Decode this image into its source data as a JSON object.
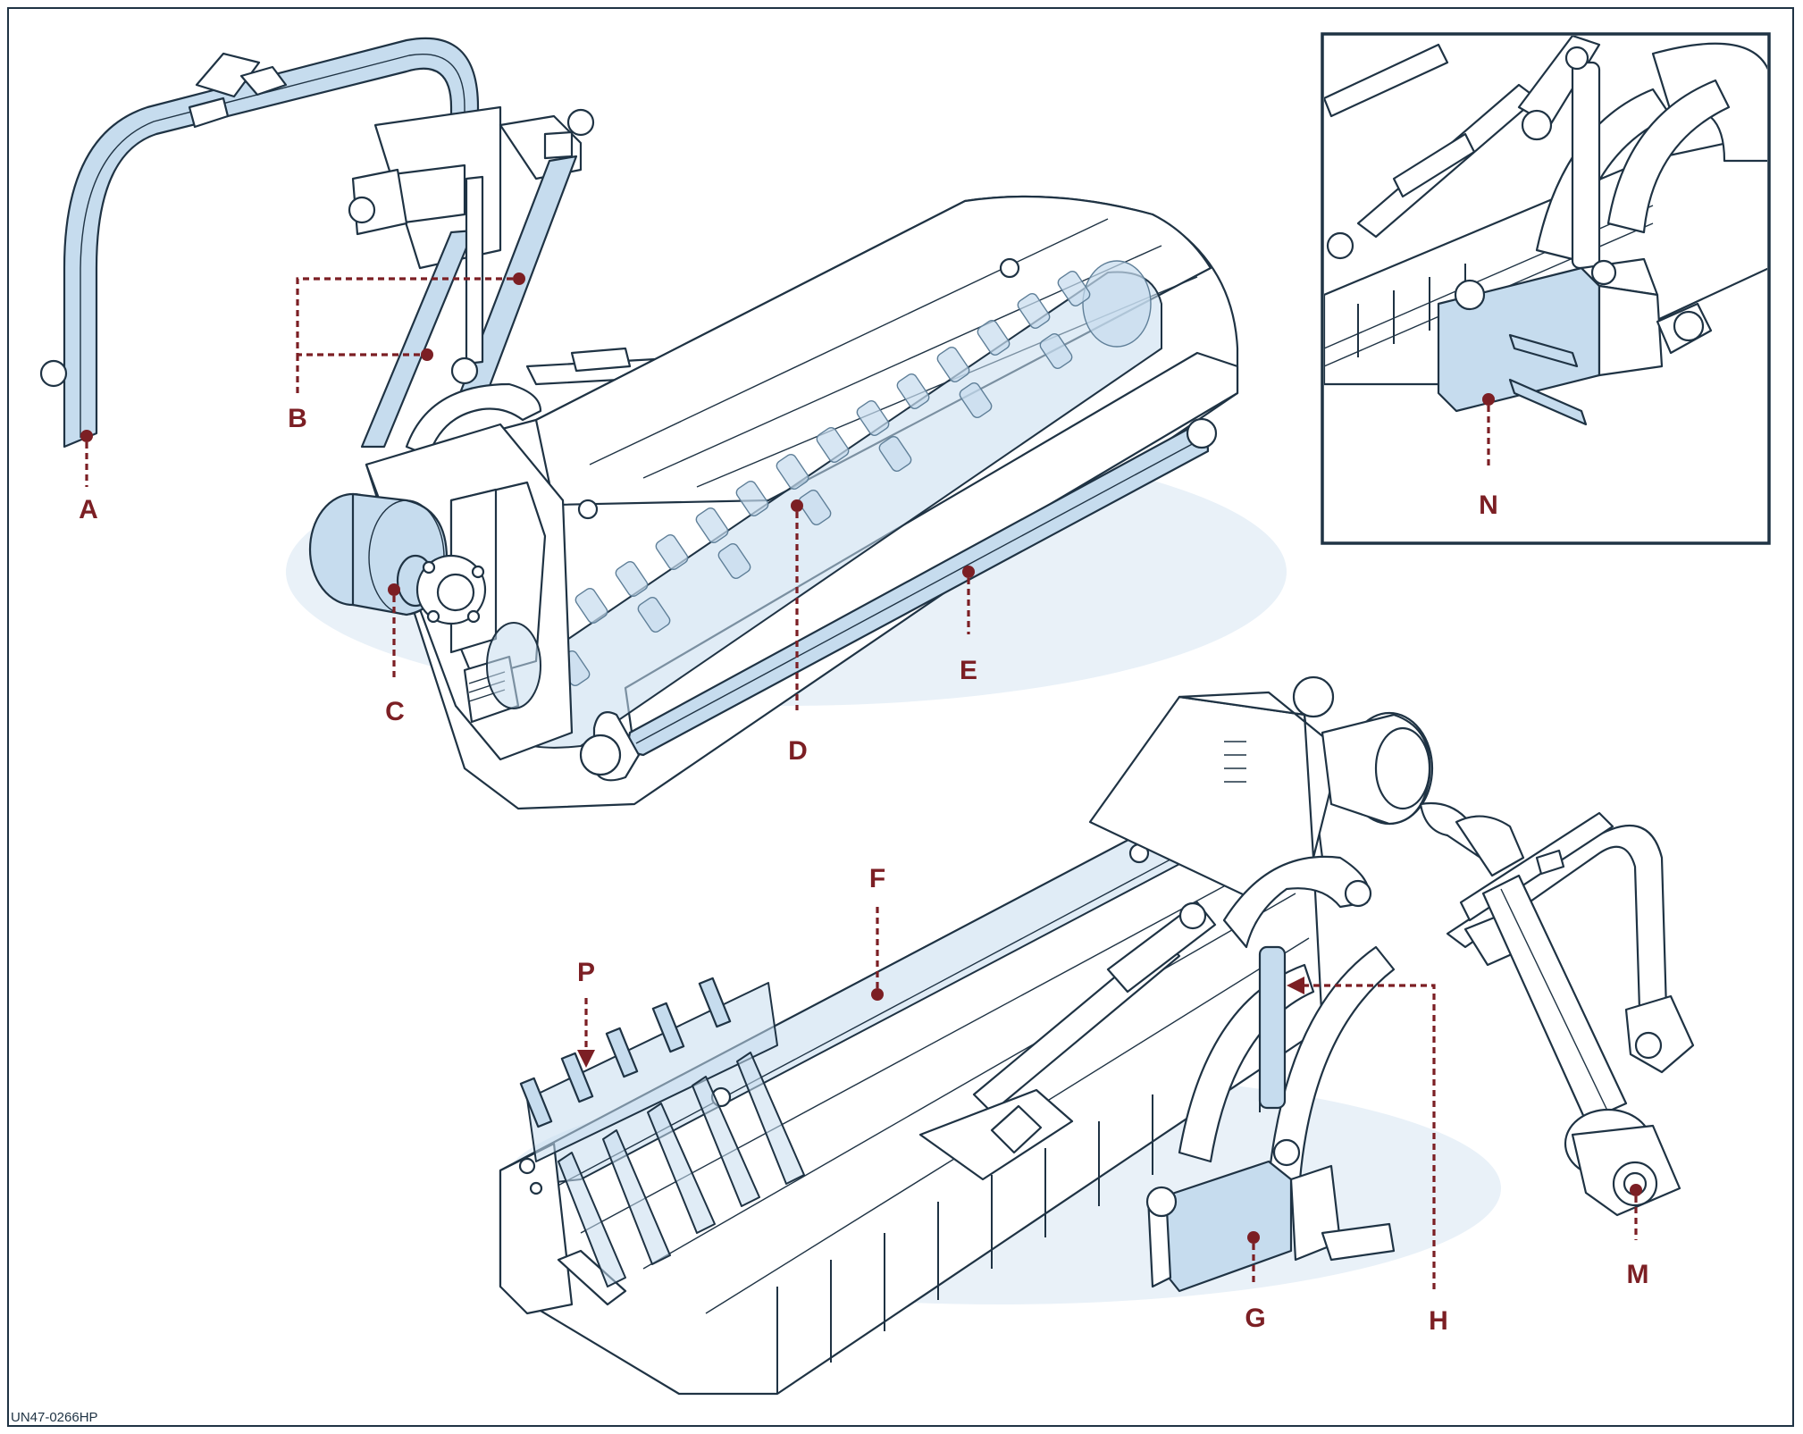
{
  "figure": {
    "code": "UN47-0266HP",
    "colors": {
      "outline": "#1f3344",
      "highlight": "#c6dcee",
      "callout": "#7c1f24"
    }
  },
  "callouts": {
    "a": "A",
    "b": "B",
    "c": "C",
    "d": "D",
    "e": "E",
    "f": "F",
    "g": "G",
    "h": "H",
    "m": "M",
    "n": "N",
    "p": "P"
  }
}
